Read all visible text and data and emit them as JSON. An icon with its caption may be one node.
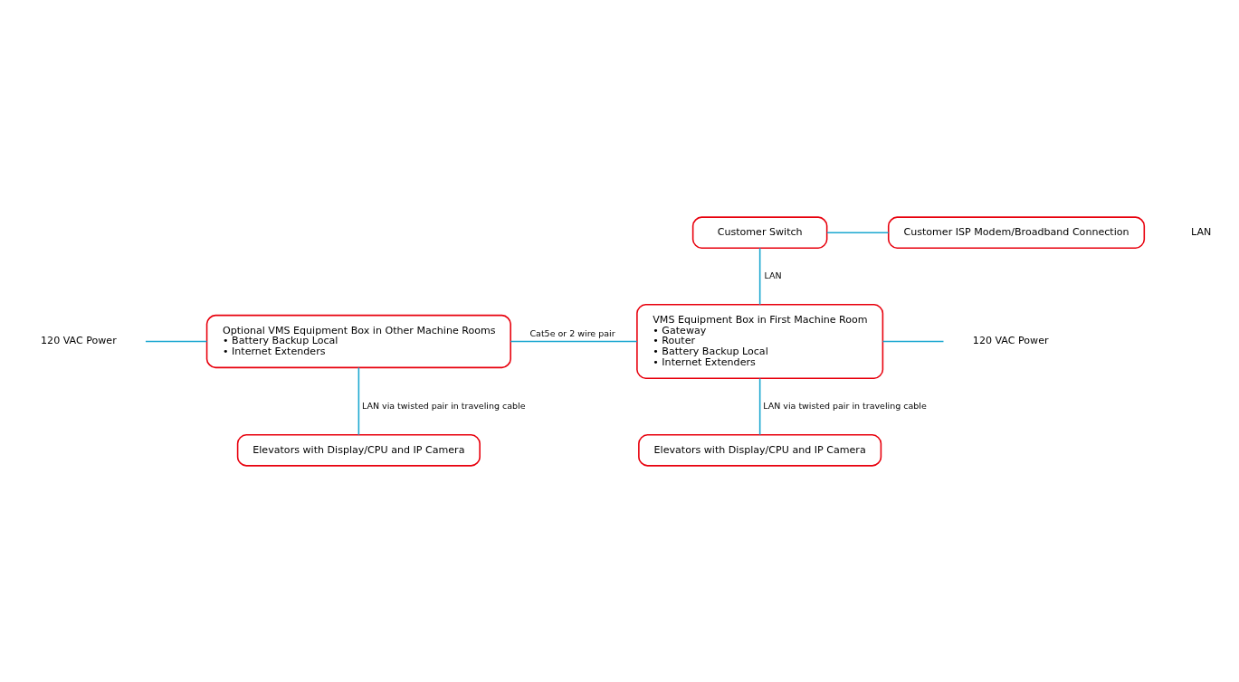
{
  "diagram": {
    "nodes": [
      {
        "text": [
          "Customer Switch"
        ]
      },
      {
        "text": [
          "Customer ISP Modem/Broadband Connection"
        ]
      },
      {
        "text": [
          "Optional VMS Equipment Box in Other Machine Rooms",
          "• Battery Backup Local",
          "• Internet Extenders"
        ]
      },
      {
        "text": [
          "VMS Equipment Box in First Machine Room",
          "• Gateway",
          "• Router",
          "• Battery Backup Local",
          "• Internet Extenders"
        ]
      },
      {
        "text": [
          "120 VAC Power"
        ]
      },
      {
        "text": [
          "120 VAC Power"
        ]
      },
      {
        "text": [
          "Elevators with Display/CPU and IP Camera"
        ]
      },
      {
        "text": [
          "Elevators with Display/CPU and IP Camera"
        ]
      }
    ],
    "edges": [
      {
        "from": 0,
        "to": 1,
        "arrow": "none"
      },
      {
        "from": 0,
        "to": 3,
        "arrow": "none",
        "label": "LAN"
      },
      {
        "from": 4,
        "to": 2,
        "arrow": "none"
      },
      {
        "from": 2,
        "to": 3,
        "arrow": "none",
        "label": "Cat5e or 2 wire pair"
      },
      {
        "from": 3,
        "to": 5,
        "arrow": "none"
      },
      {
        "from": 2,
        "to": 6,
        "arrow": "none",
        "label": "LAN via twisted pair in traveling cable"
      },
      {
        "from": 3,
        "to": 7,
        "arrow": "none",
        "label": "LAN via twisted pair in traveling cable"
      }
    ],
    "labels": [
      "LAN"
    ]
  }
}
